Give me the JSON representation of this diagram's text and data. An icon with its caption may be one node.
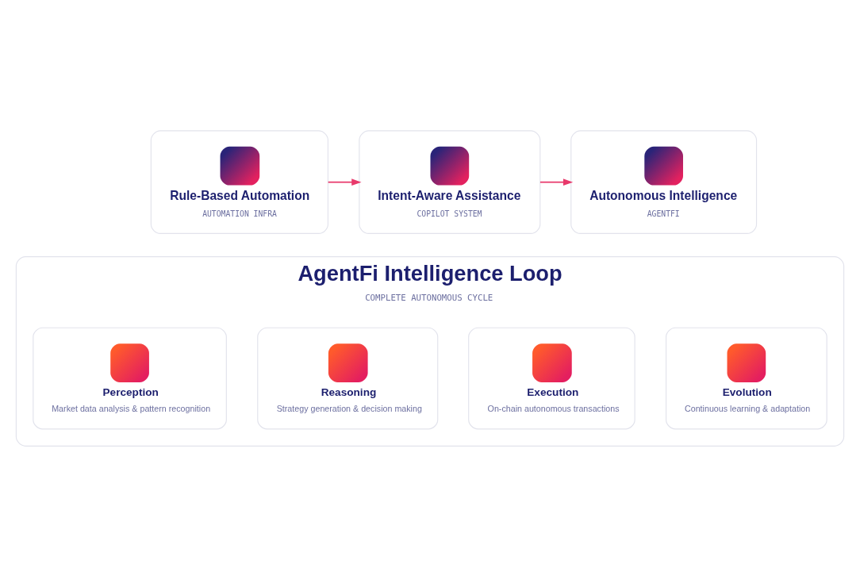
{
  "diagram": {
    "nodes": [
      {
        "text": [
          "Rule-Based Automation",
          "AUTOMATION INFRA"
        ]
      },
      {
        "text": [
          "Intent-Aware Assistance",
          "COPILOT SYSTEM"
        ]
      },
      {
        "text": [
          "Autonomous Intelligence",
          "AGENTFI"
        ]
      },
      {
        "text": [
          "AgentFi Intelligence Loop",
          "COMPLETE AUTONOMOUS CYCLE"
        ]
      },
      {
        "text": [
          "Perception",
          "Market data analysis & pattern recognition"
        ],
        "in": 3
      },
      {
        "text": [
          "Reasoning",
          "Strategy generation & decision making"
        ],
        "in": 3
      },
      {
        "text": [
          "Execution",
          "On-chain autonomous transactions"
        ],
        "in": 3
      },
      {
        "text": [
          "Evolution",
          "Continuous learning & adaptation"
        ],
        "in": 3
      }
    ],
    "edges": [
      {
        "from": 0,
        "to": 1,
        "arrow": "to"
      },
      {
        "from": 1,
        "to": 2,
        "arrow": "to"
      }
    ]
  }
}
